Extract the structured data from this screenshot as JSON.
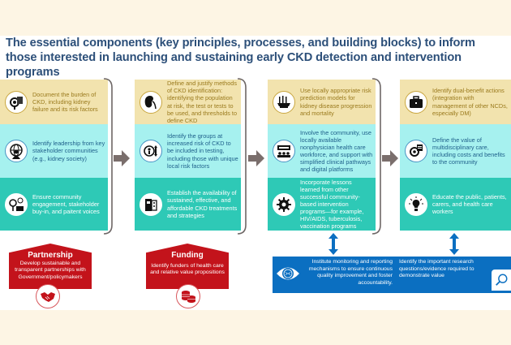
{
  "title": "The essential components (key principles, processes, and building blocks) to inform those interested in launching and sustaining early CKD detection and intervention programs",
  "colors": {
    "title": "#2c4f79",
    "yellow_row": "#f2e3ae",
    "cyan_row": "#a6f1ef",
    "teal_row": "#2ec9b6",
    "red_block": "#c3131b",
    "blue_block": "#0b6fc1",
    "flow_arrow": "#7a6e6c",
    "background_band": "#fdf5e4"
  },
  "columns": [
    {
      "cells": [
        {
          "icon": "magnifier-kidney-icon",
          "text": "Document the burden of CKD, including kidney failure and its risk factors"
        },
        {
          "icon": "globe-leader-icon",
          "text": "Identify leadership from key stakeholder communities (e.g., kidney society)"
        },
        {
          "icon": "community-engagement-icon",
          "text": "Ensure community engagement, stakeholder buy-in, and paitent voices"
        }
      ]
    },
    {
      "cells": [
        {
          "icon": "kidney-icon",
          "text": "Define and justify methods of CKD identification: identifying the population at risk, the test or tests to be used, and thresholds to define CKD"
        },
        {
          "icon": "risk-groups-icon",
          "text": "Identify the groups at increased risk of CKD to be included in testing, including those with unique local risk factors"
        },
        {
          "icon": "treatment-device-icon",
          "text": "Establish the availability of sustained, effective, and affordable CKD treatments and strategies"
        }
      ]
    },
    {
      "cells": [
        {
          "icon": "prediction-model-icon",
          "text": "Use locally appropriate risk prediction models for kidney disease progression and mortality"
        },
        {
          "icon": "community-workforce-icon",
          "text": "Involve the community, use locally available nonphysician health care workforce, and support with simplified clinical pathways and digital platforms"
        },
        {
          "icon": "gear-icon",
          "text": "Incorporate lessons learned from other successful community-based intervention programs—for example, HIV/AIDS, tuberculosis, vaccination programs"
        }
      ]
    },
    {
      "cells": [
        {
          "icon": "briefcase-icon",
          "text": "Identify dual-benefit actions (integration with management of other NCDs, especially DM)"
        },
        {
          "icon": "value-gear-icon",
          "text": "Define the value of multidisciplinary care, including costs and benefits to the community"
        },
        {
          "icon": "lightbulb-icon",
          "text": "Educate the public, patients, carers, and health care workers"
        }
      ]
    }
  ],
  "blocks": {
    "partnership": {
      "title": "Partnership",
      "description": "Develop sustainable and transparent partnerships with Government/policymakers",
      "icon": "handshake-icon"
    },
    "funding": {
      "title": "Funding",
      "description": "Identify funders of health care and relative value propositions",
      "icon": "coins-icon"
    }
  },
  "monitoring": {
    "left_text": "Institute monitoring and reporting mechanisms to ensure continuous quality improvement and foster accountability.",
    "right_text": "Identify the important research questions/evidence required to demonstrate value",
    "left_icon": "eye-icon",
    "right_icon": "magnifier-icon"
  }
}
